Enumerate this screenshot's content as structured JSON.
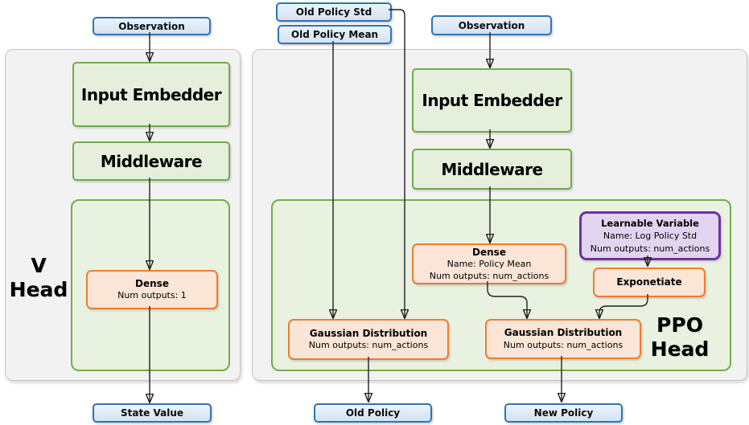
{
  "io": {
    "old_policy_std": "Old Policy Std",
    "old_policy_mean": "Old Policy Mean",
    "observation_left": "Observation",
    "observation_right": "Observation",
    "state_value": "State Value",
    "old_policy": "Old Policy",
    "new_policy": "New Policy"
  },
  "v_head": {
    "label_line1": "V",
    "label_line2": "Head",
    "input_embedder": "Input Embedder",
    "middleware": "Middleware",
    "dense_title": "Dense",
    "dense_outputs": "Num outputs: 1"
  },
  "ppo_head": {
    "label_line1": "PPO",
    "label_line2": "Head",
    "input_embedder": "Input Embedder",
    "middleware": "Middleware",
    "dense_title": "Dense",
    "dense_name": "Name: Policy Mean",
    "dense_outputs": "Num outputs: num_actions",
    "learnable_title": "Learnable Variable",
    "learnable_name": "Name: Log Policy Std",
    "learnable_outputs": "Num outputs: num_actions",
    "exponetiate": "Exponetiate",
    "gaussian_old_title": "Gaussian Distribution",
    "gaussian_old_outputs": "Num outputs: num_actions",
    "gaussian_new_title": "Gaussian Distribution",
    "gaussian_new_outputs": "Num outputs: num_actions"
  },
  "colors": {
    "terminal_border": "#2E75B6",
    "terminal_fill": "#DDE9F7",
    "stage_border": "#70AD47",
    "stage_fill": "#E5EFDB",
    "group_fill": "#E9F2E0",
    "layer_border": "#ED7D31",
    "layer_fill": "#FBE5D6",
    "variable_border": "#7030A0",
    "variable_fill": "#E2D4F0",
    "panel_fill": "#F2F2F2",
    "connector": "#1F1F1F"
  }
}
